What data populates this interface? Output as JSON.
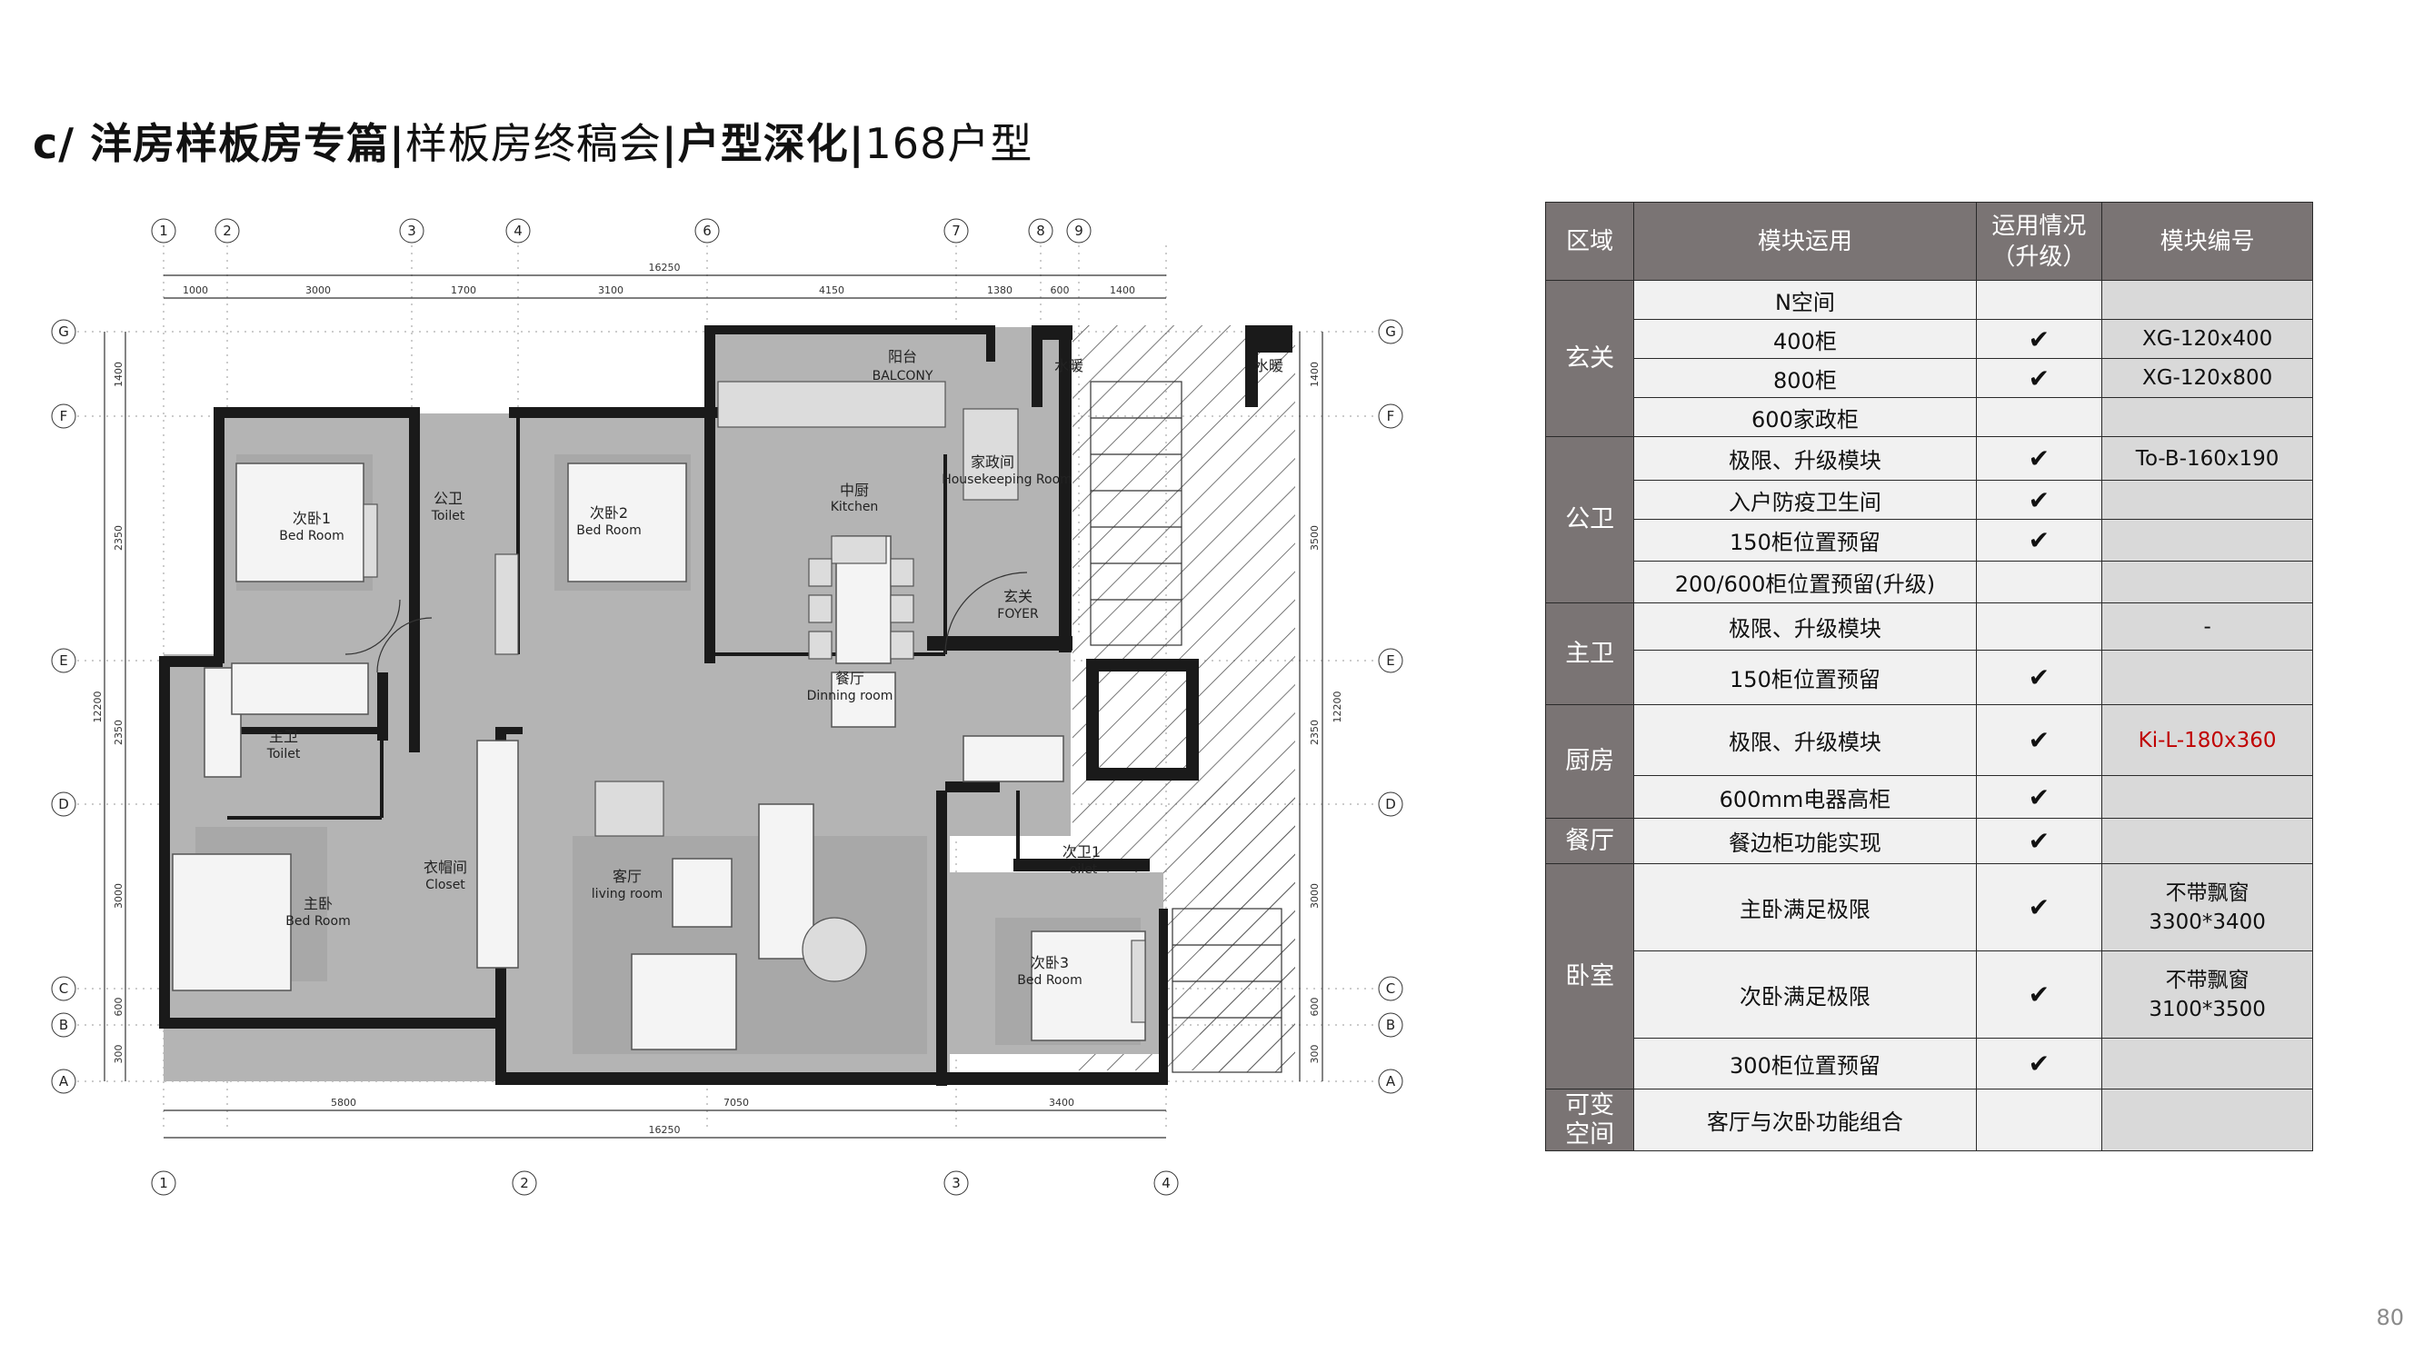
{
  "title": {
    "prefix": "c/ 洋房样板房专篇",
    "sep1": "|",
    "part2": "样板房终稿会",
    "sep2": "|",
    "part3": "户型深化",
    "sep3": "|",
    "part4": "168户型"
  },
  "page_number": "80",
  "plan": {
    "grid_top": [
      "1",
      "2",
      "3",
      "4",
      "6",
      "7",
      "8",
      "9"
    ],
    "grid_bottom": [
      "1",
      "2",
      "3",
      "4"
    ],
    "grid_rows": [
      "G",
      "F",
      "E",
      "D",
      "C",
      "B",
      "A"
    ],
    "dims_top_total": "16250",
    "dims_top": [
      "1000",
      "3000",
      "1700",
      "3100",
      "4150",
      "1380",
      "600",
      "1400"
    ],
    "dims_bottom": [
      "5800",
      "7050",
      "3400"
    ],
    "dims_bottom_total": "16250",
    "dims_left": [
      "1400",
      "2350",
      "2350",
      "3000",
      "600",
      "300"
    ],
    "dims_left_total": "12200",
    "dims_right": [
      "1400",
      "3500",
      "2350",
      "3000",
      "600",
      "300"
    ],
    "dims_right_total": "12200",
    "rooms": {
      "balcony_cn": "阳台",
      "balcony_en": "BALCONY",
      "water1": "水暖",
      "water2": "水暖",
      "bed1_cn": "次卧1",
      "bed1_en": "Bed Room",
      "toilet_cn": "公卫",
      "toilet_en": "Toilet",
      "bed2_cn": "次卧2",
      "bed2_en": "Bed Room",
      "kitchen_cn": "中厨",
      "kitchen_en": "Kitchen",
      "house_cn": "家政间",
      "house_en": "Housekeeping Room",
      "foyer_cn": "玄关",
      "foyer_en": "FOYER",
      "dining_cn": "餐厅",
      "dining_en": "Dinning room",
      "mtoilet_cn": "主卫",
      "mtoilet_en": "Toilet",
      "closet_cn": "衣帽间",
      "closet_en": "Closet",
      "master_cn": "主卧",
      "master_en": "Bed Room",
      "living_cn": "客厅",
      "living_en": "living room",
      "toilet2_cn": "次卫1",
      "toilet2_en": "oilet",
      "bed3_cn": "次卧3",
      "bed3_en": "Bed Room"
    }
  },
  "table": {
    "headers": [
      "区域",
      "模块运用",
      "运用情况\n（升级）",
      "模块编号"
    ],
    "areas": [
      "玄关",
      "公卫",
      "主卫",
      "厨房",
      "餐厅",
      "卧室",
      "可变空间"
    ],
    "rows": [
      {
        "module": "N空间",
        "use": "",
        "code": ""
      },
      {
        "module": "400柜",
        "use": "✔",
        "code": "XG-120x400"
      },
      {
        "module": "800柜",
        "use": "✔",
        "code": "XG-120x800"
      },
      {
        "module": "600家政柜",
        "use": "",
        "code": ""
      },
      {
        "module": "极限、升级模块",
        "use": "✔",
        "code": "To-B-160x190"
      },
      {
        "module": "入户防疫卫生间",
        "use": "✔",
        "code": ""
      },
      {
        "module": "150柜位置预留",
        "use": "✔",
        "code": ""
      },
      {
        "module": "200/600柜位置预留(升级)",
        "use": "",
        "code": ""
      },
      {
        "module": "极限、升级模块",
        "use": "",
        "code": "-"
      },
      {
        "module": "150柜位置预留",
        "use": "✔",
        "code": ""
      },
      {
        "module": "极限、升级模块",
        "use": "✔",
        "code": "Ki-L-180x360"
      },
      {
        "module": "600mm电器高柜",
        "use": "✔",
        "code": ""
      },
      {
        "module": "餐边柜功能实现",
        "use": "✔",
        "code": ""
      },
      {
        "module": "主卧满足极限",
        "use": "✔",
        "code": "不带飘窗\n3300*3400"
      },
      {
        "module": "次卧满足极限",
        "use": "✔",
        "code": "不带飘窗\n3100*3500"
      },
      {
        "module": "300柜位置预留",
        "use": "✔",
        "code": ""
      },
      {
        "module": "客厅与次卧功能组合",
        "use": "",
        "code": ""
      }
    ]
  },
  "colors": {
    "header_bg": "#7a7474",
    "cell_light": "#f1f1f1",
    "cell_code": "#d9d9d9",
    "highlight_code": "#c00000",
    "wall": "#1a1a1a",
    "floor": "#b4b4b4"
  }
}
